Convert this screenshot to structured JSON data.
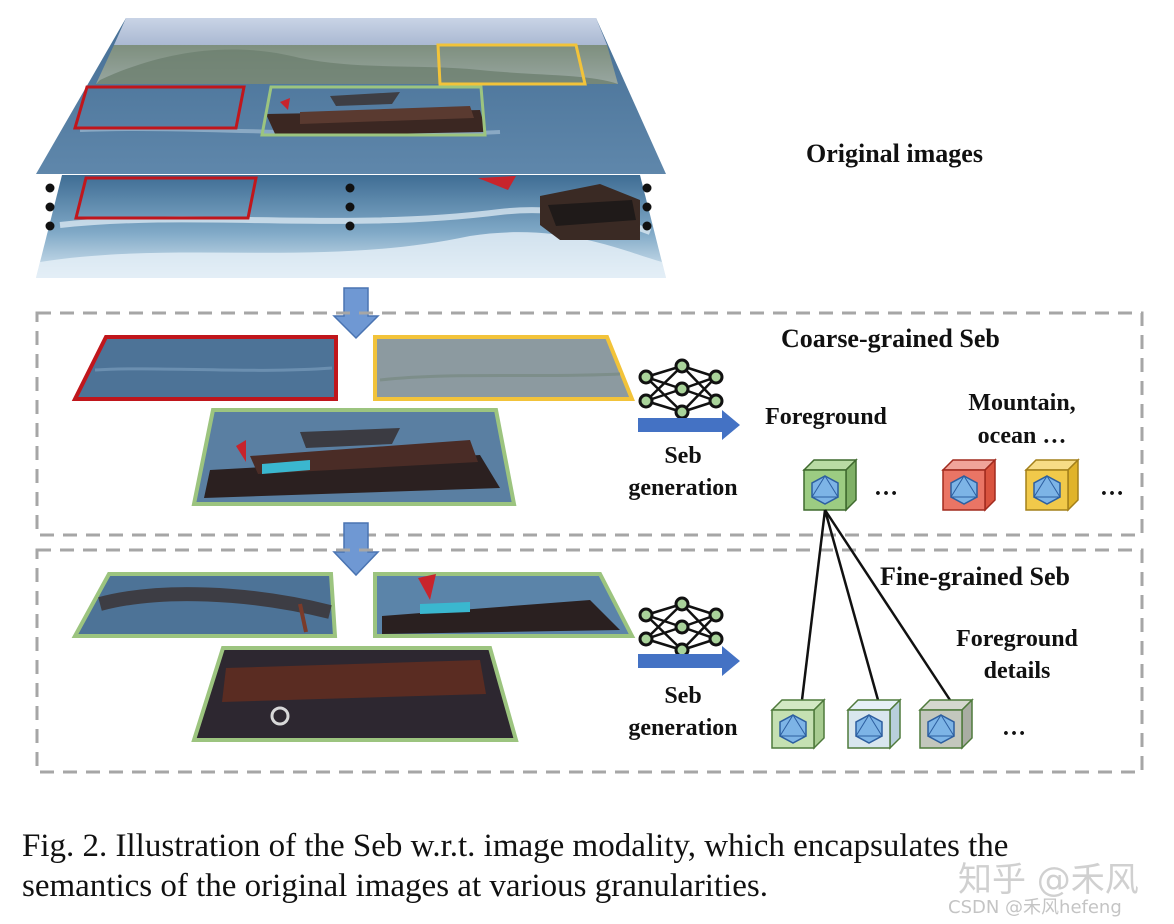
{
  "diagram": {
    "original_title": "Original images",
    "coarse_title": "Coarse-grained Seb",
    "fine_title": "Fine-grained Seb",
    "seb_label_line1": "Seb",
    "seb_label_line2": "generation",
    "foreground_label": "Foreground",
    "mountain_label_line1": "Mountain,",
    "mountain_label_line2": "ocean …",
    "fg_details_line1": "Foreground",
    "fg_details_line2": "details",
    "ellipsis": "…",
    "colors": {
      "red_box": "#c0161c",
      "yellow_box": "#f2c33a",
      "green_box": "#9cc47f",
      "arrow_blue": "#6f98d3",
      "dashed_border": "#a6a6a6"
    }
  },
  "caption": {
    "line1": "Fig. 2.  Illustration of the Seb w.r.t. image modality, which encapsulates the",
    "line2": "semantics of the original images at various granularities."
  },
  "watermark": {
    "main": "知乎 @禾风",
    "sub": "CSDN @禾风hefeng"
  }
}
